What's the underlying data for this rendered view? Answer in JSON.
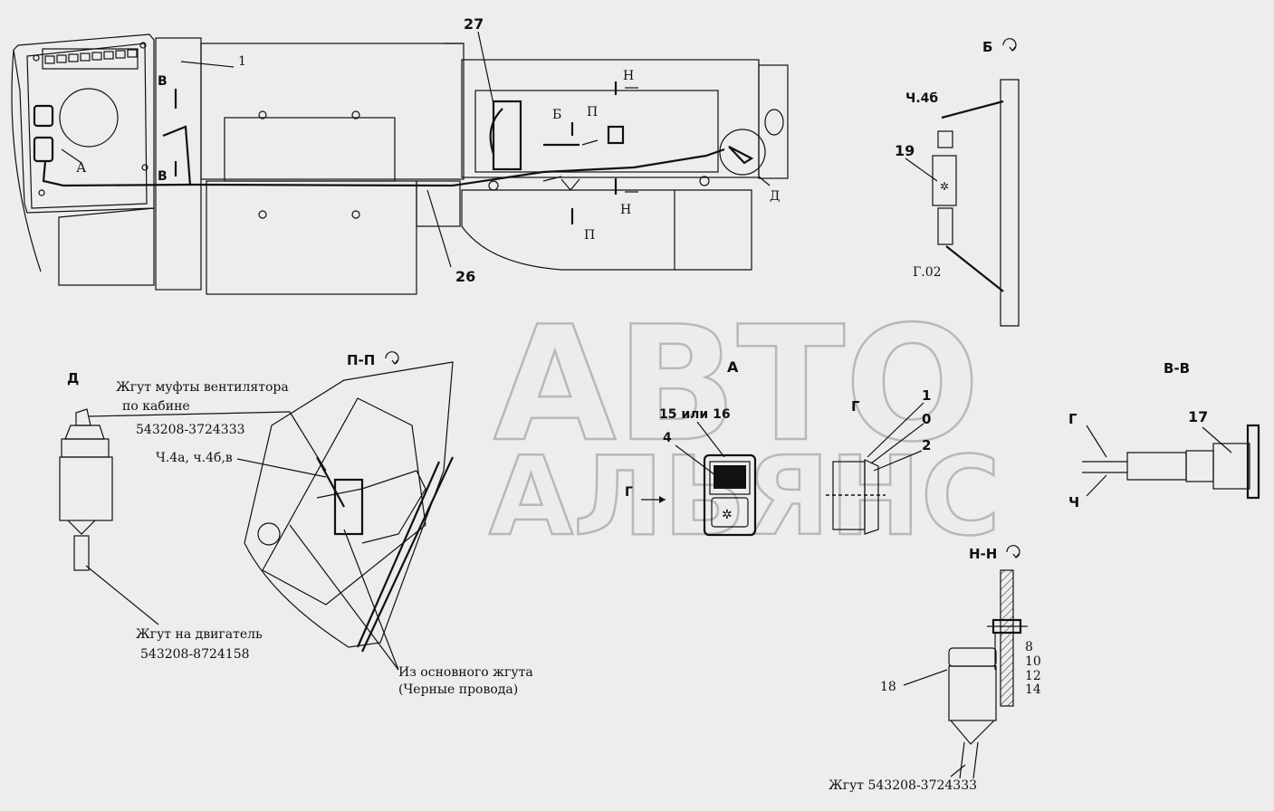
{
  "watermark": {
    "line1": "АВТО",
    "line2": "АЛЬЯНС"
  },
  "callouts": {
    "c1": "1",
    "c26": "26",
    "c27": "27",
    "c19": "19",
    "c17": "17",
    "c18": "18",
    "c15or16": "15 или 16",
    "c4": "4",
    "r1": "1",
    "r0": "0",
    "r2": "2",
    "c8": "8",
    "c10": "10",
    "c12": "12",
    "c14": "14"
  },
  "views": {
    "B_top": "Б",
    "V_up": "В",
    "V_down": "В",
    "A_small": "А",
    "D_small": "Д",
    "B_inner": "Б",
    "P_top": "П",
    "P_bottom": "П",
    "N_top": "Н",
    "N_bottom": "Н",
    "view_B": "Б",
    "section_PP": "П-П",
    "view_D": "Д",
    "view_A": "А",
    "section_VV": "В-В",
    "section_NN": "Н-Н",
    "G1": "Г",
    "G2": "Г",
    "G3": "Г",
    "Ch": "Ч"
  },
  "labels": {
    "ch4b": "Ч.4б",
    "g02": "Г.02",
    "fan_harness_l1": "Жгут муфты вентилятора",
    "fan_harness_l2": "по кабине",
    "fan_harness_num": "543208-3724333",
    "ch4a": "Ч.4а, ч.4б,в",
    "engine_harness": "Жгут на двигатель",
    "engine_harness_num": "543208-8724158",
    "main_harness_l1": "Из основного жгута",
    "main_harness_l2": "(Черные провода)",
    "harness_bottom": "Жгут 543208-3724333"
  }
}
